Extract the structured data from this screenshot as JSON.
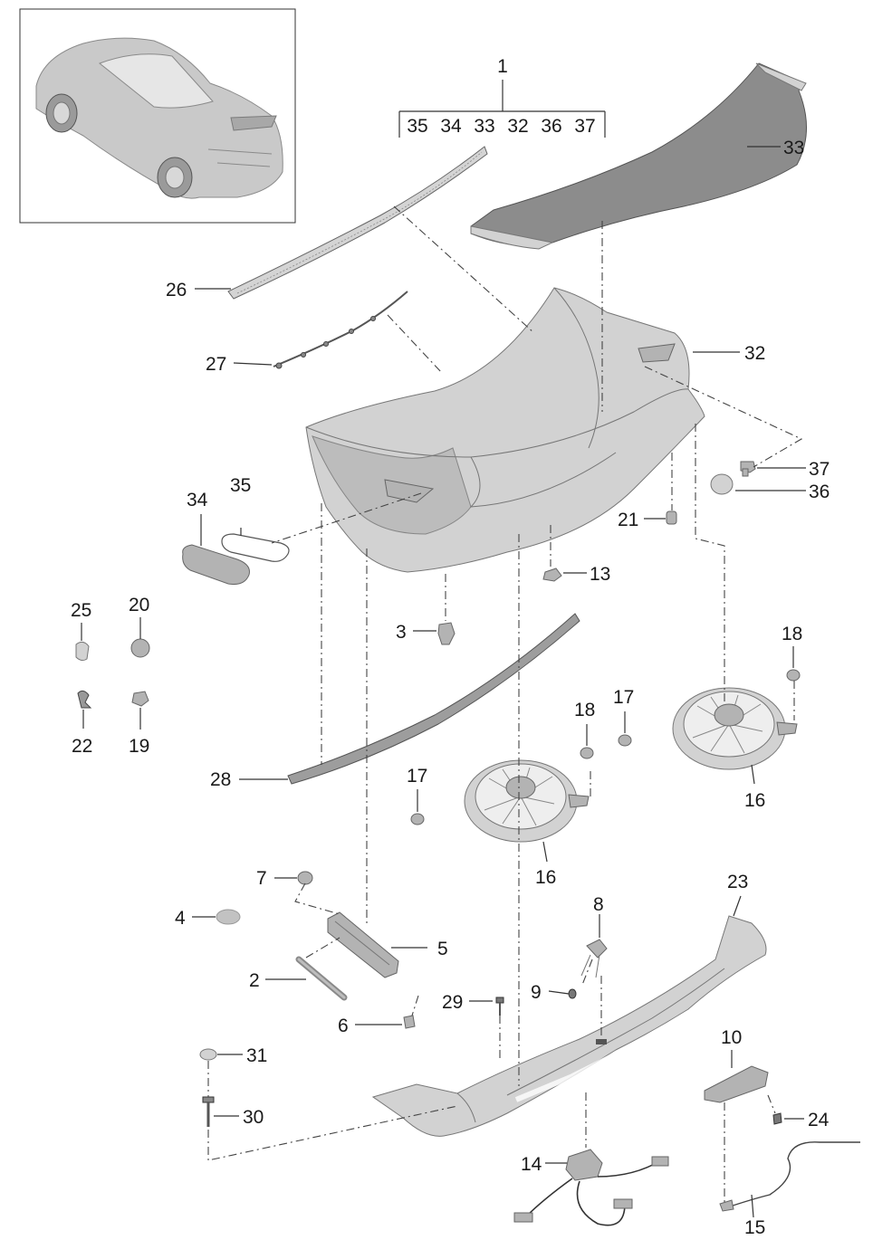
{
  "callouts": {
    "c1": "1",
    "group": [
      "35",
      "34",
      "33",
      "32",
      "36",
      "37"
    ],
    "c2": "2",
    "c3": "3",
    "c4": "4",
    "c5": "5",
    "c6": "6",
    "c7": "7",
    "c8": "8",
    "c9": "9",
    "c10": "10",
    "c13": "13",
    "c14": "14",
    "c15": "15",
    "c16a": "16",
    "c16b": "16",
    "c17a": "17",
    "c17b": "17",
    "c18a": "18",
    "c18b": "18",
    "c19": "19",
    "c20": "20",
    "c21": "21",
    "c22": "22",
    "c23": "23",
    "c24": "24",
    "c25": "25",
    "c26": "26",
    "c27": "27",
    "c28": "28",
    "c29": "29",
    "c30": "30",
    "c31": "31",
    "c32": "32",
    "c33": "33",
    "c34": "34",
    "c35": "35",
    "c36": "36",
    "c37": "37"
  }
}
